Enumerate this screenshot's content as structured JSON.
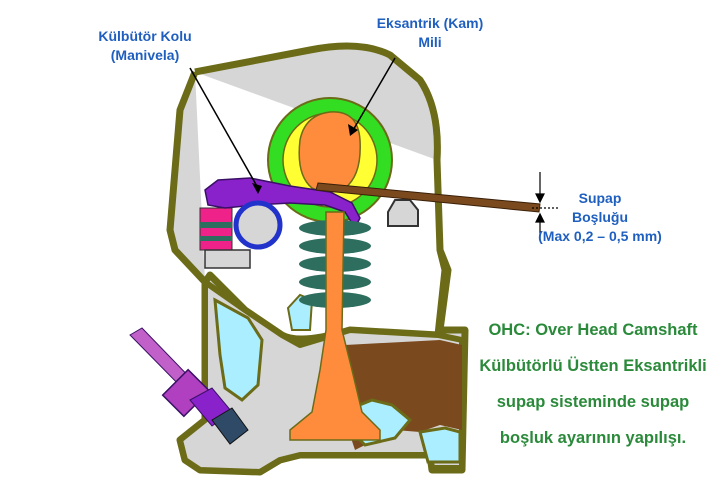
{
  "labels": {
    "rocker_arm": [
      "Külbütör Kolu",
      "(Manivela)"
    ],
    "camshaft": [
      "Eksantrik (Kam)",
      "Mili"
    ],
    "valve_clearance": [
      "Supap",
      "Boşluğu",
      "(Max 0,2 – 0,5 mm)"
    ]
  },
  "caption": [
    "OHC: Over Head Camshaft",
    "Külbütörlü Üstten Eksantrikli",
    "supap sisteminde supap",
    "boşluk ayarının yapılışı."
  ],
  "colors": {
    "label_text": "#1f5fbf",
    "caption_text": "#2a8a3a",
    "head_fill": "#d6d6d6",
    "head_outline": "#6b6b18",
    "cam_lobe": "#ff8c3c",
    "cam_ring_inner": "#ffff33",
    "cam_ring_outer": "#33dd22",
    "rocker_arm": "#8a22cc",
    "spring": "#2e6e5e",
    "valve": "#ff8c3c",
    "coolant": "#aaeeff",
    "combustion_chamber": "#7a4a1e",
    "feeler_gauge": "#7a4a1e",
    "spark_plug": "#b040c0"
  }
}
